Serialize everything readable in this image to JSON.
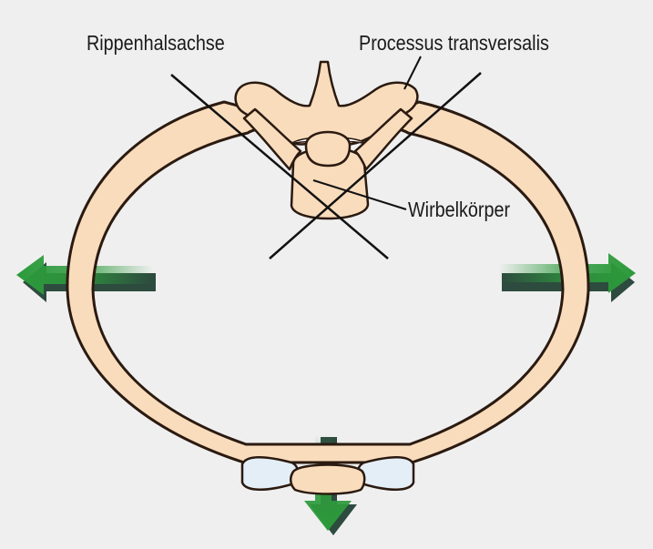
{
  "labels": {
    "rib_neck_axis": "Rippenhalsachse",
    "transverse_process": "Processus transversalis",
    "vertebral_body": "Wirbelkörper"
  },
  "colors": {
    "background": "#efefef",
    "bone_fill": "#f8dcbc",
    "bone_outline": "#2b1a10",
    "cartilage_fill": "#e4eef7",
    "arrow_green": "#2f9a3e",
    "arrow_shadow": "#2d4b3e",
    "line": "#111111"
  },
  "arrows": {
    "left": "expansion-left",
    "right": "expansion-right",
    "down": "expansion-down"
  }
}
